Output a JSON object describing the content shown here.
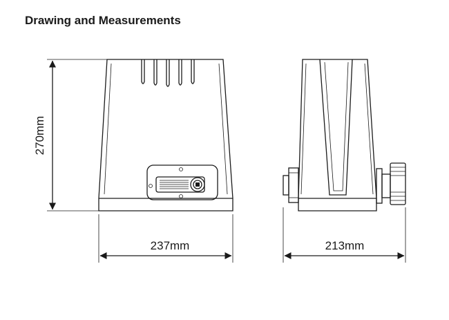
{
  "title": "Drawing and Measurements",
  "dimensions": {
    "height": "270mm",
    "width": "237mm",
    "depth": "213mm"
  },
  "colors": {
    "line": "#1a1a1a",
    "background": "#ffffff"
  }
}
